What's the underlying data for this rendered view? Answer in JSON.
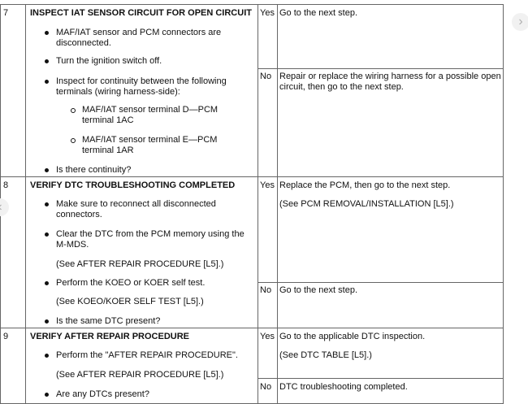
{
  "steps": [
    {
      "number": "7",
      "title": "INSPECT IAT SENSOR CIRCUIT FOR OPEN CIRCUIT",
      "items": [
        "MAF/IAT sensor and PCM connectors are",
        "disconnected.",
        "Turn the ignition switch off.",
        "Inspect for continuity between the following",
        "terminals (wiring harness-side):",
        "MAF/IAT sensor terminal D—PCM",
        "terminal 1AC",
        "MAF/IAT sensor terminal E—PCM",
        "terminal 1AR",
        "Is there continuity?"
      ],
      "yes_label": "Yes",
      "yes_text": [
        "Go to the next step."
      ],
      "no_label": "No",
      "no_text": [
        "Repair or replace the wiring harness for a possible open",
        "circuit, then go to the next step."
      ]
    },
    {
      "number": "8",
      "title": "VERIFY DTC TROUBLESHOOTING COMPLETED",
      "items": [
        "Make sure to reconnect all disconnected",
        "connectors.",
        "Clear the DTC from the PCM memory using the",
        "M-MDS.",
        "(See AFTER REPAIR PROCEDURE [L5].)",
        "Perform the KOEO or KOER self test.",
        "(See KOEO/KOER SELF TEST [L5].)",
        "Is the same DTC present?"
      ],
      "yes_label": "Yes",
      "yes_text": [
        "Replace the PCM, then go to the next step.",
        "(See PCM REMOVAL/INSTALLATION [L5].)"
      ],
      "no_label": "No",
      "no_text": [
        "Go to the next step."
      ]
    },
    {
      "number": "9",
      "title": "VERIFY AFTER REPAIR PROCEDURE",
      "items": [
        "Perform the \"AFTER REPAIR PROCEDURE\".",
        "(See AFTER REPAIR PROCEDURE [L5].)",
        "Are any DTCs present?"
      ],
      "yes_label": "Yes",
      "yes_text": [
        "Go to the applicable DTC inspection.",
        "(See DTC TABLE [L5].)"
      ],
      "no_label": "No",
      "no_text": [
        "DTC troubleshooting completed."
      ]
    }
  ],
  "icons": {
    "next": "chevron-right-icon",
    "prev": "chevron-left-icon"
  }
}
